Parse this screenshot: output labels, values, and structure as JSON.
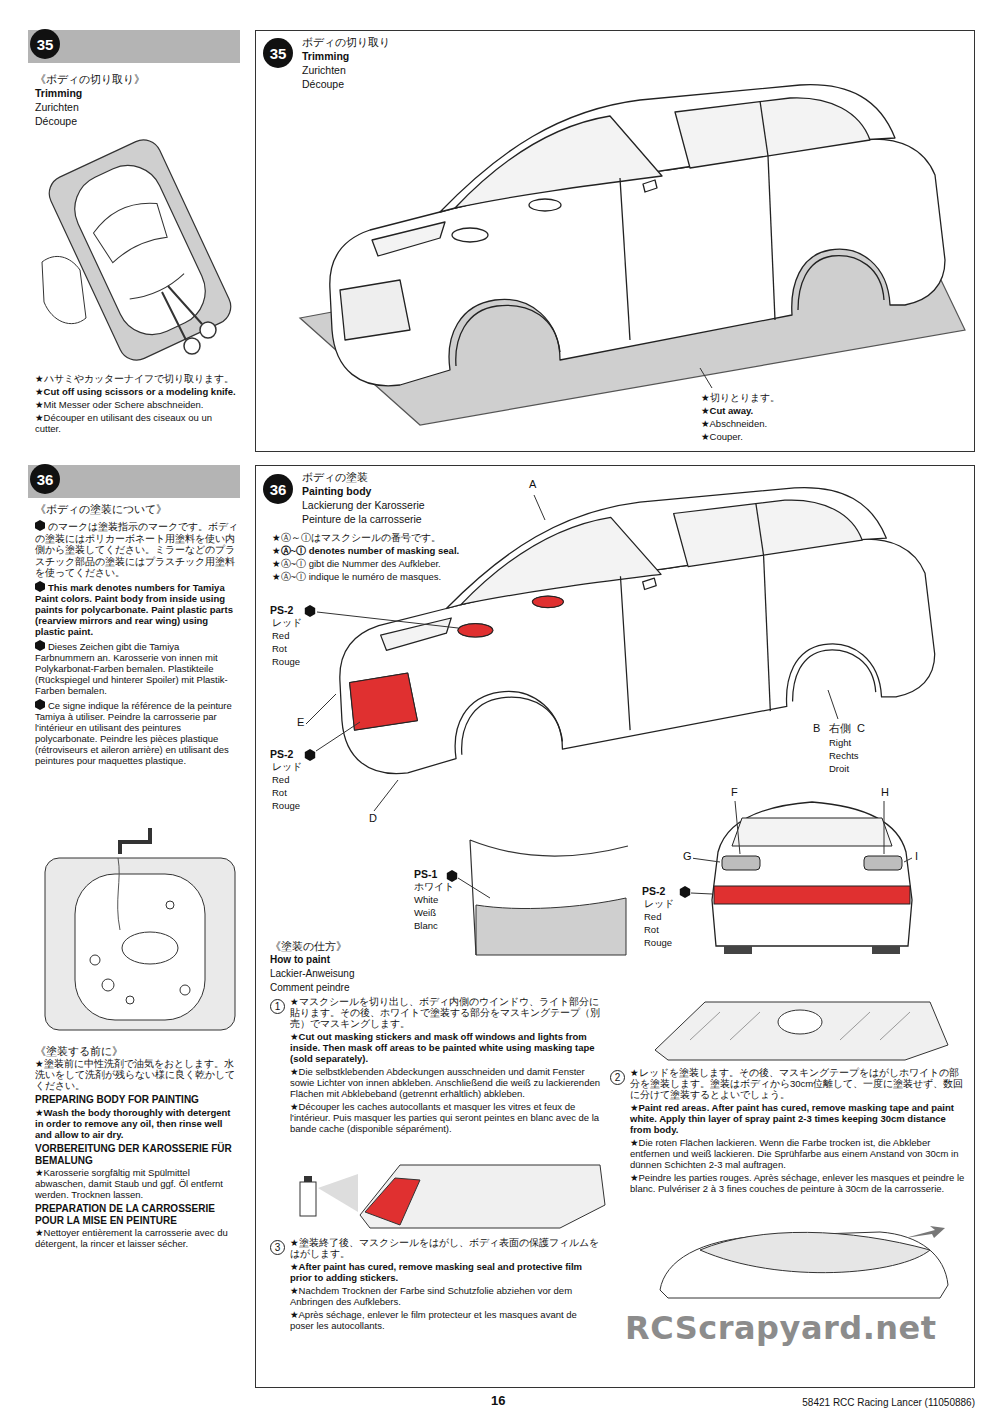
{
  "diagram": {
    "nodes": [
      {
        "text": [
          "35"
        ]
      },
      {
        "text": [
          "35",
          "ボディの切り取り",
          "Trimming",
          "Zurichten",
          "Découpe",
          "★切りとります。",
          "★Cut away.",
          "★Abschneiden.",
          "★Couper."
        ]
      },
      {
        "text": [
          "36"
        ]
      },
      {
        "text": [
          "36",
          "ボディの塗装",
          "Painting body",
          "Lackierung der Karosserie",
          "Peinture de la carrosserie"
        ]
      }
    ],
    "labels": [
      "《ボディの切り取り》",
      "Trimming",
      "Zurichten",
      "Découpe",
      "★ハサミやカッターナイフで切り取ります。",
      "★Cut off using scissors or a modeling knife.",
      "★Mit Messer oder Schere abschneiden.",
      "★Découper en utilisant des ciseaux ou un cutter.",
      "《ボディの塗装について》",
      "のマークは塗装指示のマークです。ボディの塗装にはポリカーボネート用塗料を使い内側から塗装してください。ミラーなどのプラスチック部品の塗装にはプラスチック用塗料を使ってください。",
      "This mark denotes numbers for Tamiya Paint colors. Paint body from inside using paints for polycarbonate. Paint plastic parts (rearview mirrors and rear wing) using plastic paint.",
      "Dieses Zeichen gibt die Tamiya Farbnummern an. Karosserie von innen mit Polykarbonat-Farben bemalen. Plastikteile (Rückspiegel und hinterer Spoiler) mit Plastik-Farben bemalen.",
      "Ce signe indique la référence de la peinture Tamiya à utiliser. Peindre la carrosserie par l'intérieur en utilisant des peintures polycarbonate. Peindre les pièces plastique (rétroviseurs et aileron arrière) en utilisant des peintures pour maquettes plastique.",
      "《塗装する前に》",
      "★塗装前に中性洗剤で油気をおとします。水洗いをして洗剤が残らない様に良く乾かしてください。",
      "PREPARING BODY FOR PAINTING",
      "★Wash the body thoroughly with detergent in order to remove any oil, then rinse well and allow to air dry.",
      "VORBEREITUNG DER KAROSSERIE FÜR BEMALUNG",
      "★Karosserie sorgfältig mit Spülmittel abwaschen, damit Staub und ggf. Öl entfernt werden. Trocknen lassen.",
      "PREPARATION DE LA CARROSSERIE POUR LA MISE EN PEINTURE",
      "★Nettoyer entièrement la carrosserie avec du détergent, la rincer et laisser sécher.",
      "★Ⓐ～Ⓘはマスクシールの番号です。",
      "★Ⓐ~Ⓘ denotes number of masking seal.",
      "★Ⓐ~Ⓘ gibt die Nummer des Aufkleber.",
      "★Ⓐ~Ⓘ indique le numéro de masques.",
      "A",
      "PS-2",
      "レッド",
      "Red",
      "Rot",
      "Rouge",
      "E",
      "PS-2",
      "レッド",
      "Red",
      "Rot",
      "Rouge",
      "D",
      "PS-1",
      "ホワイト",
      "White",
      "Weiß",
      "Blanc",
      "B",
      "右側",
      "C",
      "Right",
      "Rechts",
      "Droit",
      "F",
      "H",
      "G",
      "I",
      "PS-2",
      "レッド",
      "Red",
      "Rot",
      "Rouge",
      "《塗装の仕方》",
      "How to paint",
      "Lackier-Anweisung",
      "Comment peindre",
      "1",
      "★マスクシールを切り出し、ボディ内側のウインドウ、ライト部分に貼ります。その後、ホワイトで塗装する部分をマスキングテープ（別売）でマスキングします。",
      "★Cut out masking stickers and mask off windows and lights from inside. Then mask off areas to be painted white using masking tape (sold separately).",
      "★Die selbstklebenden Abdeckungen ausschneiden und damit Fenster sowie Lichter von innen abkleben. Anschließend die weiß zu lackierenden Flächen mit Abklebeband (getrennt erhältlich) abkleben.",
      "★Découper les caches autocollants et masquer les vitres et feux de l'intérieur. Puis masquer les parties qui seront peintes en blanc avec de la bande cache (disponible séparément).",
      "2",
      "★レッドを塗装します。その後、マスキングテープをはがしホワイトの部分を塗装します。塗装はボディから30cm位離して、一度に塗装せず、数回に分けて塗装するとよいでしょう。",
      "★Paint red areas. After paint has cured, remove masking tape and paint white. Apply thin layer of spray paint 2-3 times keeping 30cm distance from body.",
      "★Die roten Flächen lackieren. Wenn die Farbe trocken ist, die Abkleber entfernen und weiß lackieren. Die Sprühfarbe aus einem Anstand von 30cm in dünnen Schichten 2-3 mal auftragen.",
      "★Peindre les parties rouges. Après séchage, enlever les masques et peindre le blanc. Pulvériser 2 à 3 fines couches de peinture à 30cm de la carrosserie.",
      "3",
      "★塗装終了後、マスクシールをはがし、ボディ表面の保護フィルムをはがします。",
      "★After paint has cured, remove masking seal and protective film prior to adding stickers.",
      "★Nachdem Trocknen der Farbe sind Schutzfolie abziehen vor dem Anbringen des Aufklebers.",
      "★Après séchage, enlever le film protecteur et les masques avant de poser les autocollants.",
      "16",
      "58421 RCC Racing Lancer (11050886)",
      "RCScrapyard.net"
    ]
  }
}
